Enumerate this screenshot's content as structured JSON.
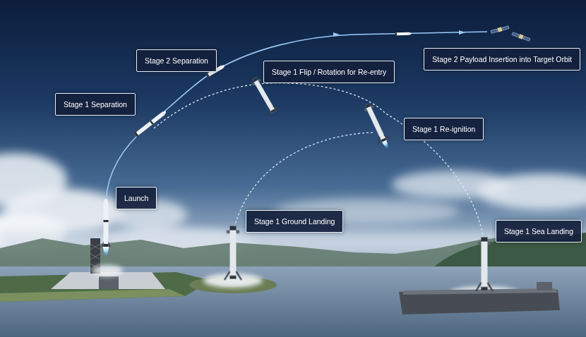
{
  "diagram": {
    "nodes": [
      {
        "text": [
          "Stage 2 Payload Insertion into Target Orbit"
        ]
      },
      {
        "text": [
          "Stage 2 Separation"
        ]
      },
      {
        "text": [
          "Stage 1 Flip / Rotation for Re-entry"
        ]
      },
      {
        "text": [
          "Stage 1 Separation"
        ]
      },
      {
        "text": [
          "Stage 1 Re-ignition"
        ]
      },
      {
        "text": [
          "Launch"
        ]
      },
      {
        "text": [
          "Stage 1 Ground Landing"
        ]
      },
      {
        "text": [
          "Stage 1 Sea Landing"
        ]
      }
    ]
  }
}
